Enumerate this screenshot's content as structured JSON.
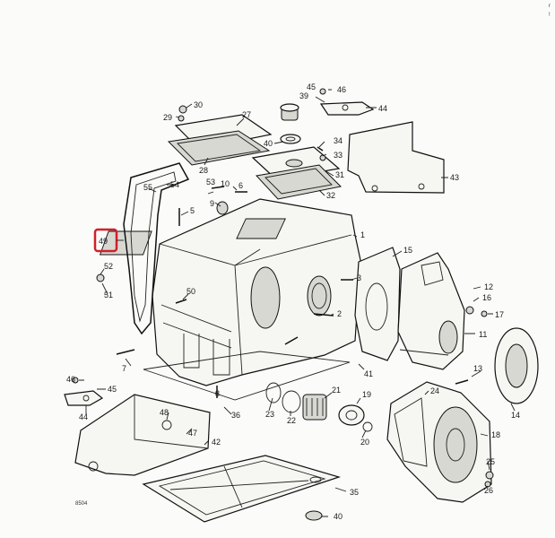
{
  "diagram": {
    "highlight": {
      "label": "49",
      "color": "#d0202a"
    },
    "labels": [
      "45",
      "46",
      "39",
      "44",
      "30",
      "29",
      "27",
      "40",
      "34",
      "33",
      "28",
      "31",
      "43",
      "55",
      "54",
      "53",
      "10",
      "6",
      "32",
      "5",
      "9",
      "1",
      "15",
      "52",
      "51",
      "50",
      "3",
      "12",
      "16",
      "17",
      "2",
      "11",
      "7",
      "41",
      "13",
      "14",
      "46",
      "45",
      "24",
      "23",
      "22",
      "21",
      "19",
      "8",
      "44",
      "36",
      "20",
      "18",
      "48",
      "47",
      "42",
      "25",
      "26",
      "35",
      "40"
    ],
    "drawing_code": "8504",
    "corner_marks": [
      "r",
      "!"
    ]
  }
}
